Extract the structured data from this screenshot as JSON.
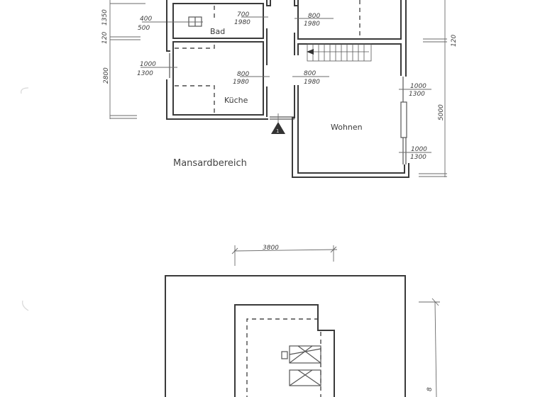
{
  "upper_plan": {
    "title": "Mansardbereich",
    "rooms": [
      {
        "name": "Bad"
      },
      {
        "name": "Küche"
      },
      {
        "name": "Wohnen"
      }
    ],
    "openings": [
      {
        "id": "bad-window",
        "w": "400",
        "h": "500"
      },
      {
        "id": "bad-door",
        "w": "700",
        "h": "1980"
      },
      {
        "id": "top-room-door",
        "w": "800",
        "h": "1980"
      },
      {
        "id": "kueche-window",
        "w": "1000",
        "h": "1300"
      },
      {
        "id": "kueche-door",
        "w": "800",
        "h": "1980"
      },
      {
        "id": "wohnen-door",
        "w": "800",
        "h": "1980"
      },
      {
        "id": "wohnen-window-1",
        "w": "1000",
        "h": "1300"
      },
      {
        "id": "wohnen-window-2",
        "w": "1000",
        "h": "1300"
      }
    ],
    "left_dimensions": [
      "1350",
      "120",
      "2800"
    ],
    "right_dimensions": [
      "120",
      "5000"
    ],
    "entrance_marker": "1"
  },
  "roof_plan": {
    "top_dimension": "3800",
    "right_dimension_partial": "8"
  }
}
